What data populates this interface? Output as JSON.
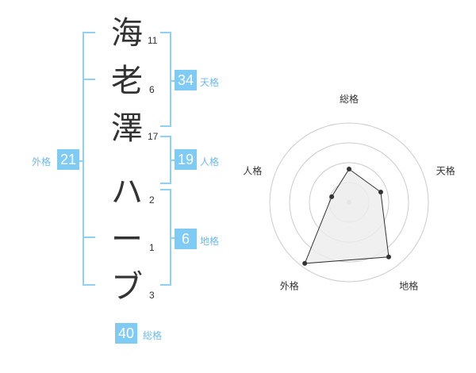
{
  "name": {
    "characters": [
      {
        "char": "海",
        "strokes": "11"
      },
      {
        "char": "老",
        "strokes": "6"
      },
      {
        "char": "澤",
        "strokes": "17"
      },
      {
        "char": "ハ",
        "strokes": "2"
      },
      {
        "char": "ー",
        "strokes": "1"
      },
      {
        "char": "ブ",
        "strokes": "3"
      }
    ]
  },
  "fortunes": {
    "tenkaku": {
      "value": "34",
      "label": "天格"
    },
    "jinkaku": {
      "value": "19",
      "label": "人格"
    },
    "chikaku": {
      "value": "6",
      "label": "地格"
    },
    "gaikaku": {
      "value": "21",
      "label": "外格"
    },
    "soukaku": {
      "value": "40",
      "label": "総格"
    }
  },
  "radar": {
    "axes": [
      "総格",
      "天格",
      "地格",
      "外格",
      "人格"
    ],
    "scores": [
      0.42,
      0.42,
      0.85,
      0.95,
      0.23
    ],
    "colors": {
      "fill": "#ececec",
      "stroke": "#333333",
      "ring": "#cccccc",
      "center": "#c8c8c8"
    }
  },
  "colors": {
    "accent": "#7fcbf4",
    "bracket": "#8fd1f5",
    "label": "#6fb9e8"
  }
}
